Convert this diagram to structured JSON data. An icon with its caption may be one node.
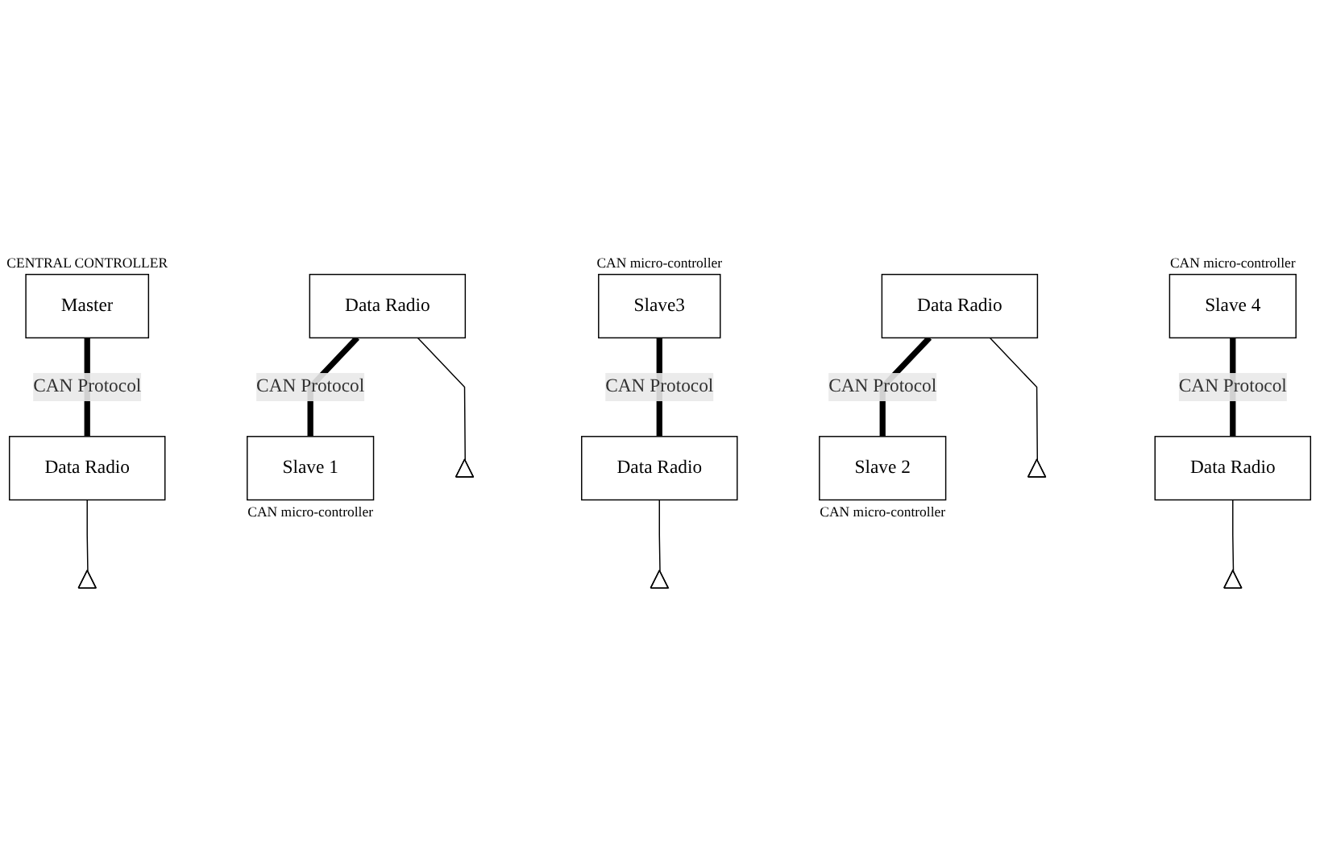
{
  "diagram": {
    "nodes": [
      {
        "text": [
          "Master"
        ],
        "beside": [
          "CENTRAL CONTROLLER"
        ]
      },
      {
        "text": [
          "Data Radio"
        ]
      },
      {
        "text": [
          "Data Radio"
        ]
      },
      {
        "text": [
          "Slave 1"
        ],
        "beside": [
          "CAN micro-controller"
        ]
      },
      {
        "text": [
          "Data Radio"
        ]
      },
      {
        "text": [
          "Slave 2"
        ],
        "beside": [
          "CAN micro-controller"
        ]
      },
      {
        "text": [
          "Slave3"
        ],
        "beside": [
          "CAN micro-controller"
        ]
      },
      {
        "text": [
          "Data Radio"
        ]
      },
      {
        "text": [
          "Slave 4"
        ],
        "beside": [
          "CAN micro-controller"
        ]
      },
      {
        "text": [
          "Data Radio"
        ]
      },
      {
        "text": [],
        "shape": "triangle"
      },
      {
        "text": [],
        "shape": "triangle"
      },
      {
        "text": [],
        "shape": "triangle"
      },
      {
        "text": [],
        "shape": "triangle"
      },
      {
        "text": [],
        "shape": "triangle"
      }
    ],
    "edges": [
      {
        "from": 0,
        "to": 1,
        "arrow": "none",
        "style": "thick",
        "label": "CAN Protocol"
      },
      {
        "from": 2,
        "to": 3,
        "arrow": "none",
        "style": "thick",
        "label": "CAN Protocol"
      },
      {
        "from": 4,
        "to": 5,
        "arrow": "none",
        "style": "thick",
        "label": "CAN Protocol"
      },
      {
        "from": 6,
        "to": 7,
        "arrow": "none",
        "style": "thick",
        "label": "CAN Protocol"
      },
      {
        "from": 8,
        "to": 9,
        "arrow": "none",
        "style": "thick",
        "label": "CAN Protocol"
      },
      {
        "from": 2,
        "to": 10,
        "arrow": "none"
      },
      {
        "from": 1,
        "to": 11,
        "arrow": "none"
      },
      {
        "from": 4,
        "to": 12,
        "arrow": "none"
      },
      {
        "from": 7,
        "to": 13,
        "arrow": "none"
      },
      {
        "from": 9,
        "to": 14,
        "arrow": "none"
      }
    ]
  }
}
